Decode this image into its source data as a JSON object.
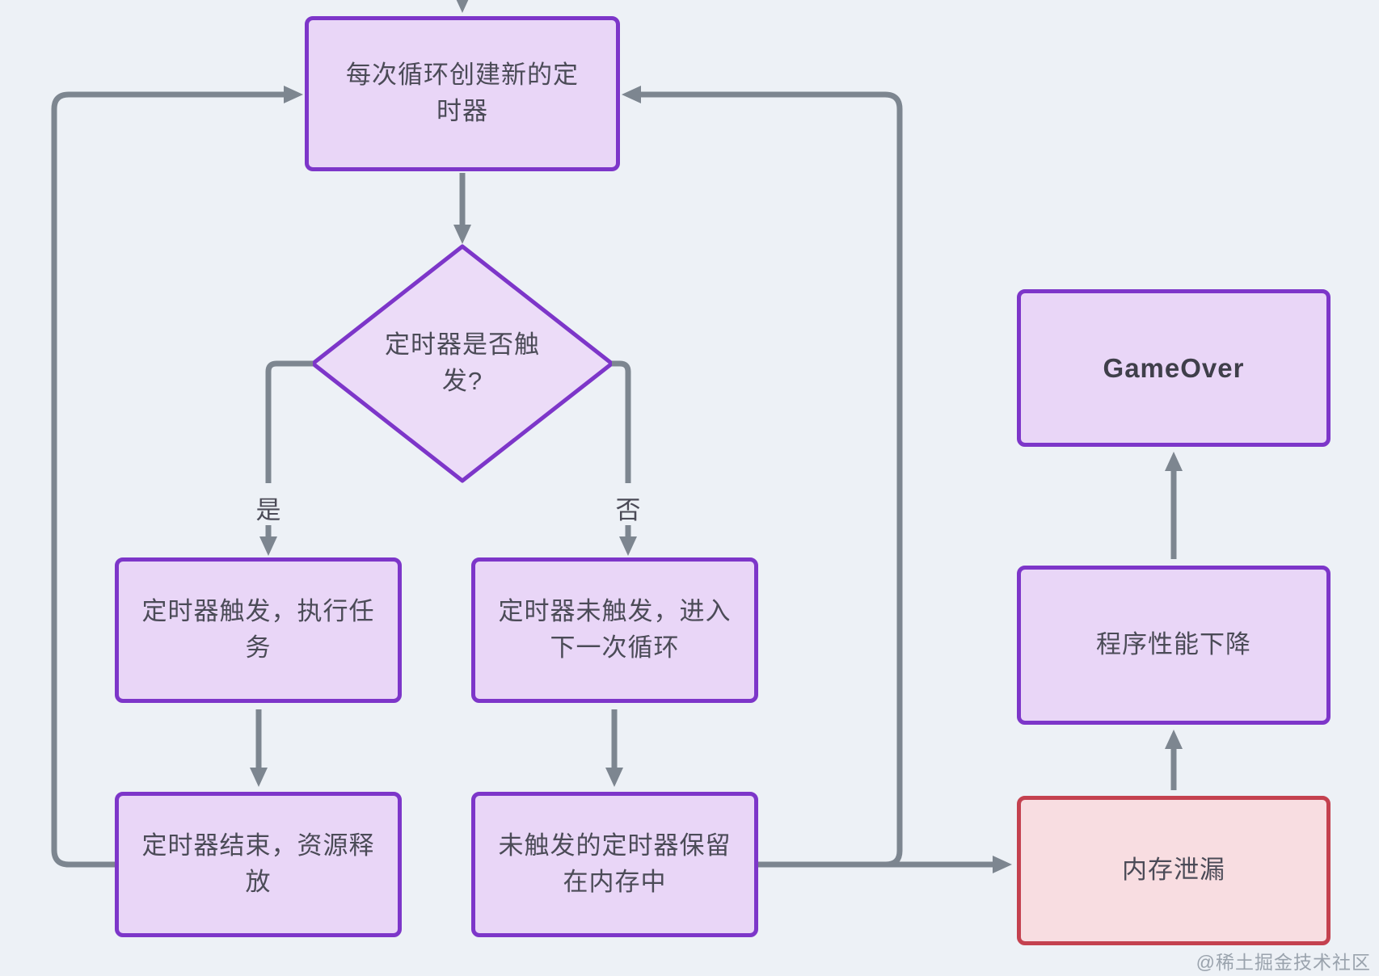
{
  "page": {
    "background": "#edf1f6",
    "watermark": "@稀土掘金技术社区"
  },
  "colors": {
    "node_fill": "#e9d6f7",
    "node_border": "#7d36c9",
    "decision_fill": "#ecdcf8",
    "alert_fill": "#f8dde1",
    "alert_border": "#c4414f",
    "connector": "#7d8690",
    "text": "#4b4b57",
    "watermark_text": "#9aa3ad"
  },
  "nodes": {
    "create_timer": "每次循环创建新的定时器",
    "decision": "定时器是否触发?",
    "triggered": "定时器触发，执行任务",
    "not_triggered": "定时器未触发，进入下一次循环",
    "timer_end": "定时器结束，资源释放",
    "kept_in_memory": "未触发的定时器保留在内存中",
    "memory_leak": "内存泄漏",
    "performance_drop": "程序性能下降",
    "game_over": "GameOver"
  },
  "edge_labels": {
    "yes": "是",
    "no": "否"
  }
}
